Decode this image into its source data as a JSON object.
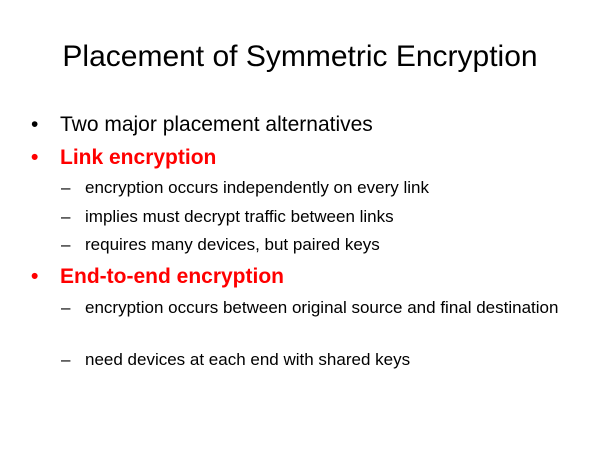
{
  "slide": {
    "title": "Placement of Symmetric Encryption",
    "bullet_symbol": "•",
    "dash_symbol": "–",
    "accent_color": "#ff0000",
    "items": [
      {
        "text": "Two major placement alternatives"
      },
      {
        "text": "Link encryption",
        "subitems": [
          "encryption occurs independently on every link",
          "implies must decrypt traffic between links",
          "requires many devices, but paired keys"
        ]
      },
      {
        "text": "End-to-end encryption",
        "subitems": [
          "encryption occurs between original source and final destination",
          "need devices at each end with shared keys"
        ]
      }
    ]
  }
}
